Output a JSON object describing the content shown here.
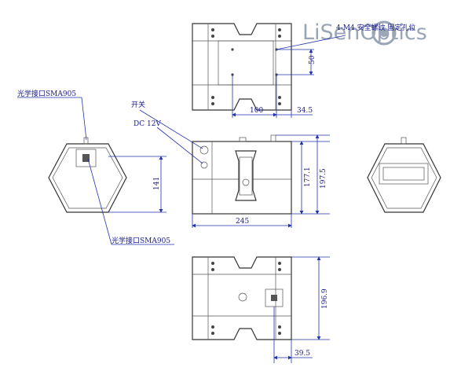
{
  "logo": {
    "text": "LiSenOptics"
  },
  "top_view": {
    "note": "4-M4 安全螺纹 固定孔位",
    "dim_height": "50",
    "dim_width": "100",
    "dim_offset": "34.5"
  },
  "front_view": {
    "switch_label": "开关",
    "power_label": "DC 12V",
    "dim_width": "245",
    "dim_height_inner": "177.1",
    "dim_height_total": "197.5"
  },
  "left_view": {
    "port_top_label": "光学接口SMA905",
    "port_bottom_label": "光学接口SMA905",
    "dim_height": "141"
  },
  "bottom_view": {
    "dim_height": "196.9",
    "dim_offset": "39.5"
  },
  "colors": {
    "dimension": "#2233aa",
    "outline": "#333333",
    "logo": "#9aa6b6"
  }
}
